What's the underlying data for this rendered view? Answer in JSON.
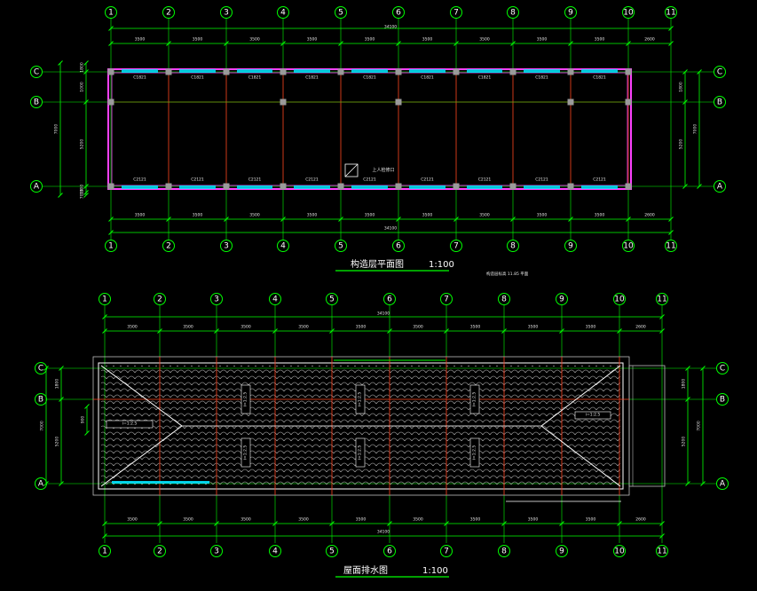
{
  "top_plan": {
    "title": "构造层平面图",
    "scale": "1:100",
    "note": "构造层标高 11.85 平面",
    "col_axes": [
      "1",
      "2",
      "3",
      "4",
      "5",
      "6",
      "7",
      "8",
      "9",
      "10",
      "11"
    ],
    "row_axes": [
      "C",
      "B",
      "A"
    ],
    "total": "34100",
    "spans_top": [
      "3500",
      "3500",
      "3500",
      "3500",
      "3500",
      "3500",
      "3500",
      "3500",
      "3500",
      "2600"
    ],
    "spans_bottom": [
      "3500",
      "3500",
      "3500",
      "3500",
      "3500",
      "3500",
      "3500",
      "3500",
      "3500",
      "2600"
    ],
    "left_dims": [
      "1800",
      "1000",
      "5200",
      "1300",
      "7000"
    ],
    "right_dims": [
      "1800",
      "5200",
      "7000"
    ],
    "windows_top": [
      "C1821",
      "C1821",
      "C1821",
      "C1821",
      "C1821",
      "C1821",
      "C1821",
      "C1821",
      "C1821"
    ],
    "windows_bottom": [
      "C2121",
      "C2121",
      "C2121",
      "C2121",
      "C2121",
      "C2121",
      "C2121",
      "C2121",
      "C2121"
    ],
    "hatch_label": "上人检修口"
  },
  "roof_plan": {
    "title": "屋面排水图",
    "scale": "1:100",
    "col_axes": [
      "1",
      "2",
      "3",
      "4",
      "5",
      "6",
      "7",
      "8",
      "9",
      "10",
      "11"
    ],
    "row_axes": [
      "C",
      "B",
      "A"
    ],
    "total": "34100",
    "spans_top": [
      "3500",
      "3500",
      "3500",
      "3500",
      "3500",
      "3500",
      "3500",
      "3500",
      "3500",
      "2600"
    ],
    "spans_bottom": [
      "3500",
      "3500",
      "3500",
      "3500",
      "3500",
      "3500",
      "3500",
      "3500",
      "3500",
      "2600"
    ],
    "left_dims": [
      "1800",
      "900",
      "5200",
      "7000"
    ],
    "right_dims": [
      "1800",
      "5200",
      "7000"
    ],
    "slopes": [
      "i=1:2.5",
      "i=1:2.5",
      "i=1:2.5",
      "i=1:2.5",
      "i=1:2.5",
      "i=1:2.5",
      "i=1:2.5",
      "i=1:2.5"
    ]
  },
  "colors": {
    "grid": "#00ff00",
    "axis_line": "#ff2020",
    "wall": "#ff40ff",
    "window": "#00e5ff",
    "column": "#9a9a9a",
    "text": "#e6e6e6",
    "tile": "#d8d8d8"
  }
}
